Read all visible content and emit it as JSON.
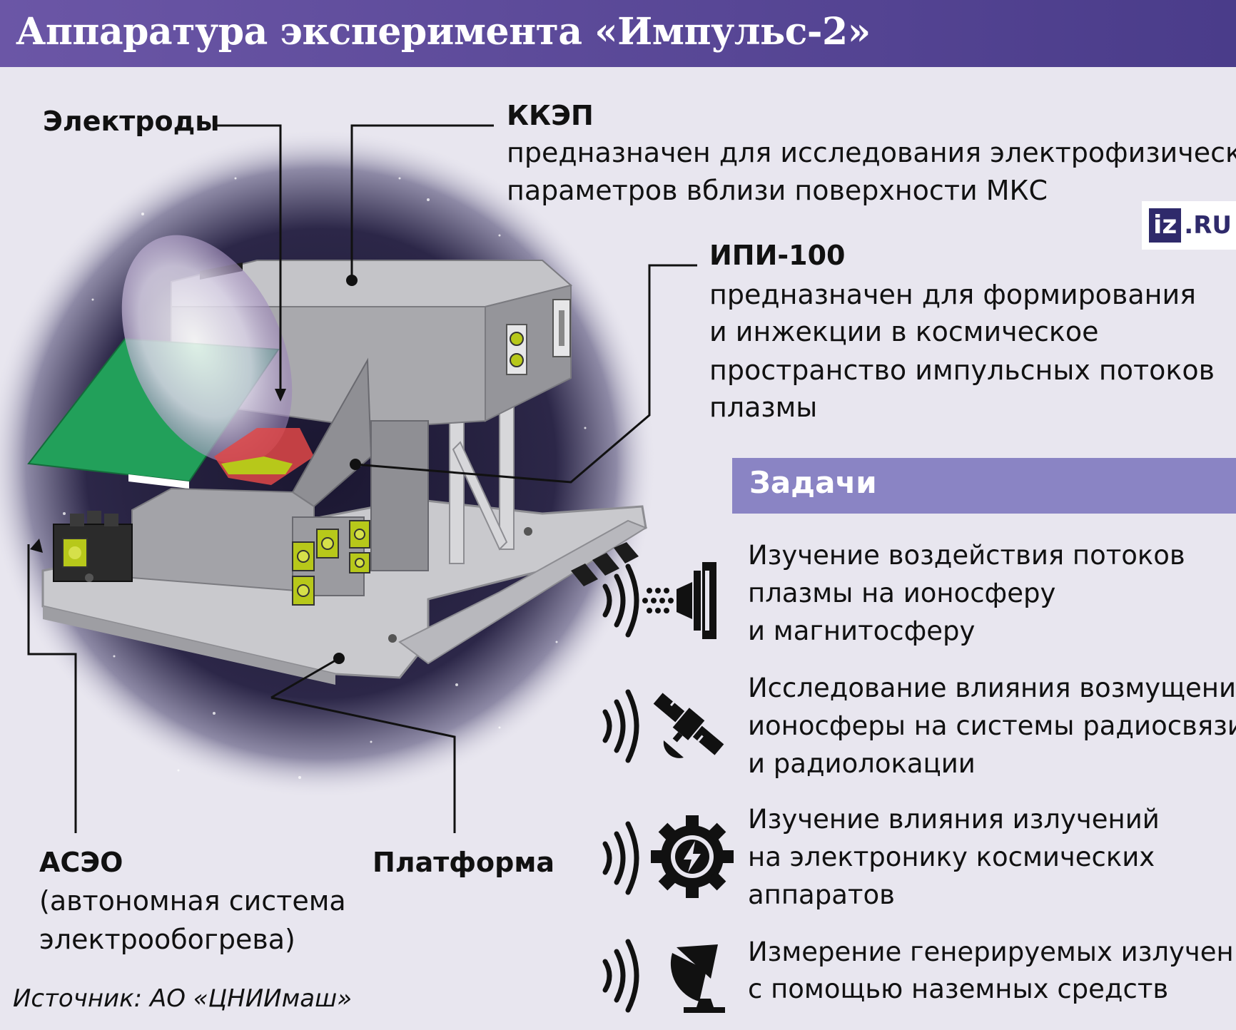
{
  "header": {
    "title": "Аппаратура эксперимента «Импульс-2»"
  },
  "logo": {
    "iz": "iz",
    "ru": ".RU"
  },
  "labels": {
    "electrodes": "Электроды",
    "kkep_title": "ККЭП",
    "kkep_desc_1": "предназначен для исследования электрофизических",
    "kkep_desc_2": "параметров вблизи поверхности МКС",
    "ipi_title": "ИПИ-100",
    "ipi_desc_1": "предназначен для формирования",
    "ipi_desc_2": "и инжекции в космическое",
    "ipi_desc_3": "пространство импульсных потоков",
    "ipi_desc_4": "плазмы",
    "aseo_title": "АСЭО",
    "aseo_desc_1": "(автономная система",
    "aseo_desc_2": "электрообогрева)",
    "platform": "Платформа"
  },
  "tasks": {
    "heading": "Задачи",
    "items": [
      {
        "icon": "plasma-thruster-icon",
        "lines": [
          "Изучение воздействия потоков",
          "плазмы на ионосферу",
          "и магнитосферу"
        ]
      },
      {
        "icon": "satellite-icon",
        "lines": [
          "Исследование влияния возмущений",
          "ионосферы на системы радиосвязи",
          "и радиолокации"
        ]
      },
      {
        "icon": "gear-lightning-icon",
        "lines": [
          "Изучение влияния излучений",
          "на электронику космических",
          "аппаратов"
        ]
      },
      {
        "icon": "ground-antenna-icon",
        "lines": [
          "Измерение генерируемых излучений",
          "с помощью наземных средств"
        ]
      }
    ]
  },
  "source": "Источник: АО «ЦНИИмаш»",
  "colors": {
    "header": "#4a3c8a",
    "tasks_bar": "#8a84c4",
    "panel_green": "#22a05a",
    "device_gray": "#a9a9ad",
    "connector_yellow": "#b7c81a"
  }
}
